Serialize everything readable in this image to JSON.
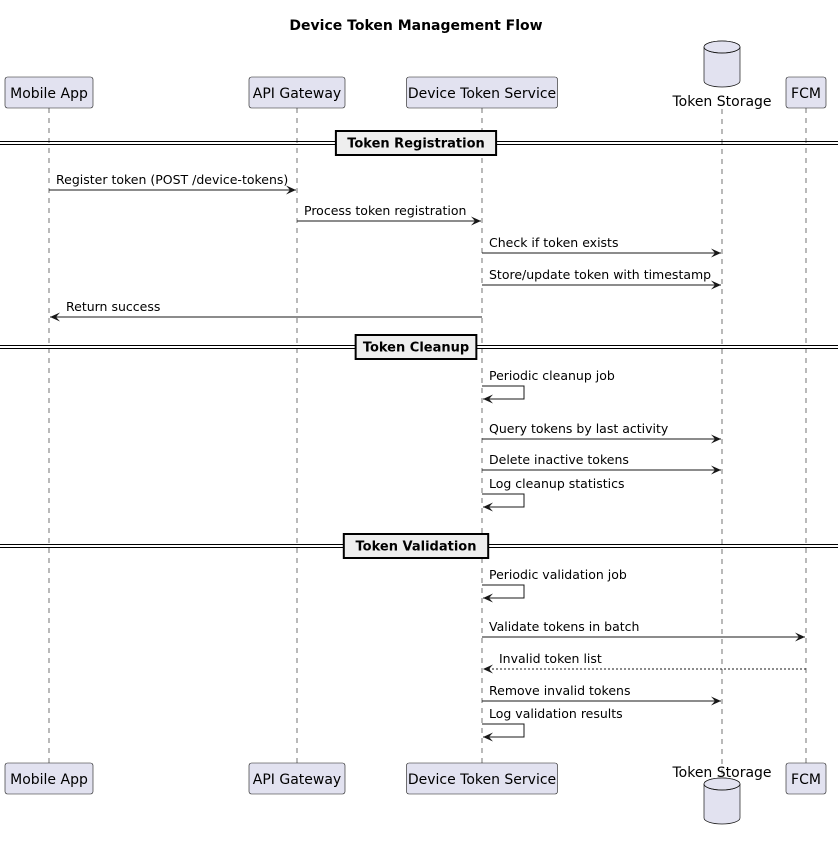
{
  "title": "Device Token Management Flow",
  "participants": [
    {
      "id": "app",
      "label": "Mobile App",
      "kind": "box"
    },
    {
      "id": "gw",
      "label": "API Gateway",
      "kind": "box"
    },
    {
      "id": "dts",
      "label": "Device Token Service",
      "kind": "box"
    },
    {
      "id": "ts",
      "label": "Token Storage",
      "kind": "database"
    },
    {
      "id": "fcm",
      "label": "FCM",
      "kind": "box"
    }
  ],
  "sections": [
    {
      "label": "Token Registration",
      "messages": [
        {
          "from": "app",
          "to": "gw",
          "label": "Register token (POST /device-tokens)",
          "style": "solid"
        },
        {
          "from": "gw",
          "to": "dts",
          "label": "Process token registration",
          "style": "solid"
        },
        {
          "from": "dts",
          "to": "ts",
          "label": "Check if token exists",
          "style": "solid"
        },
        {
          "from": "dts",
          "to": "ts",
          "label": "Store/update token with timestamp",
          "style": "solid"
        },
        {
          "from": "dts",
          "to": "app",
          "label": "Return success",
          "style": "solid"
        }
      ]
    },
    {
      "label": "Token Cleanup",
      "messages": [
        {
          "from": "dts",
          "to": "dts",
          "label": "Periodic cleanup job",
          "style": "solid"
        },
        {
          "from": "dts",
          "to": "ts",
          "label": "Query tokens by last activity",
          "style": "solid"
        },
        {
          "from": "dts",
          "to": "ts",
          "label": "Delete inactive tokens",
          "style": "solid"
        },
        {
          "from": "dts",
          "to": "dts",
          "label": "Log cleanup statistics",
          "style": "solid"
        }
      ]
    },
    {
      "label": "Token Validation",
      "messages": [
        {
          "from": "dts",
          "to": "dts",
          "label": "Periodic validation job",
          "style": "solid"
        },
        {
          "from": "dts",
          "to": "fcm",
          "label": "Validate tokens in batch",
          "style": "solid"
        },
        {
          "from": "fcm",
          "to": "dts",
          "label": "Invalid token list",
          "style": "dashed"
        },
        {
          "from": "dts",
          "to": "ts",
          "label": "Remove invalid tokens",
          "style": "solid"
        },
        {
          "from": "dts",
          "to": "dts",
          "label": "Log validation results",
          "style": "solid"
        }
      ]
    }
  ]
}
